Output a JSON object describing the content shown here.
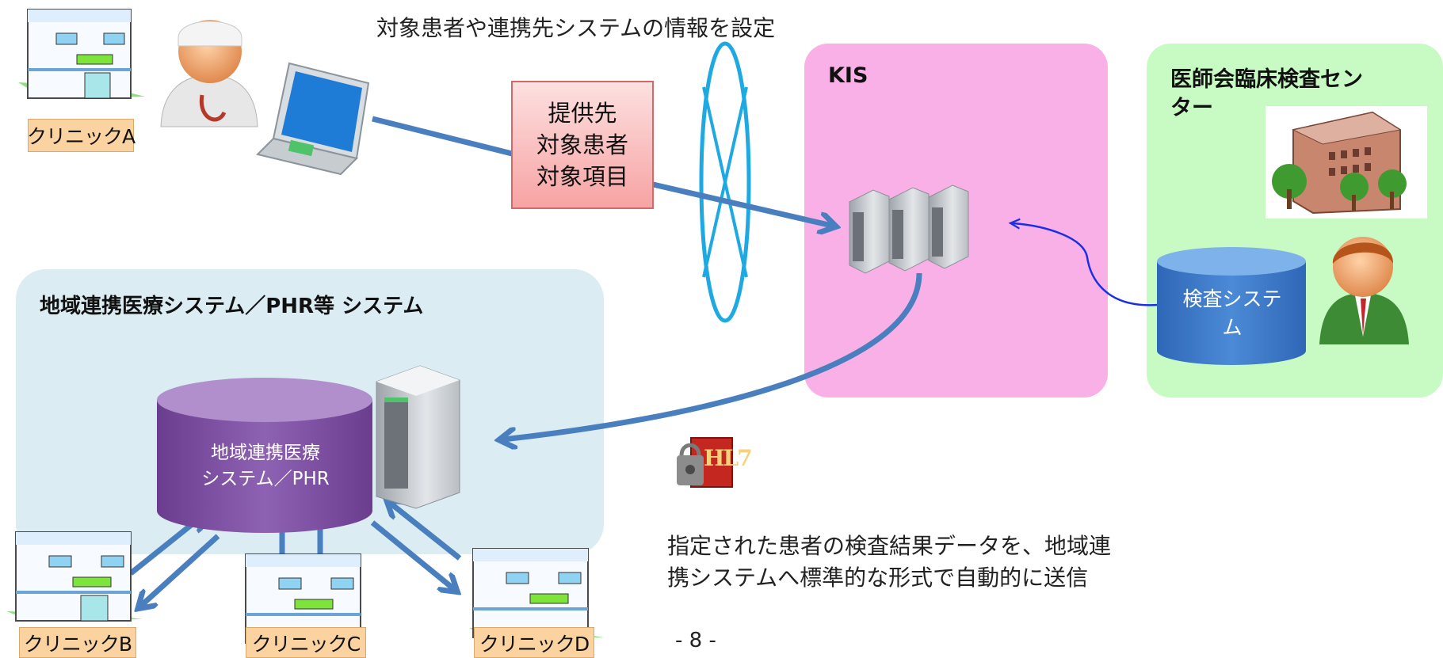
{
  "top_caption": "対象患者や連携先システムの情報を設定",
  "kis": {
    "title": "KIS"
  },
  "center": {
    "title_line1": "医師会臨床検査セン",
    "title_line2": "ター",
    "db_label_line1": "検査システ",
    "db_label_line2": "ム"
  },
  "regional": {
    "title": "地域連携医療システム／PHR等 システム",
    "db_label_line1": "地域連携医療",
    "db_label_line2": "システム／PHR"
  },
  "provide_box": {
    "line1": "提供先",
    "line2": "対象患者",
    "line3": "対象項目"
  },
  "clinics": {
    "a": "クリニックA",
    "b": "クリニックB",
    "c": "クリニックC",
    "d": "クリニックD"
  },
  "description": {
    "line1": "指定された患者の検査結果データを、地域連",
    "line2": "携システムへ標準的な形式で自動的に送信"
  },
  "hl7_logo_text": "HL7",
  "page_number": "- 8 -",
  "colors": {
    "kis_panel": "#f9b0e6",
    "center_panel": "#c8fbc3",
    "regional_panel": "#dbedf3",
    "arrow": "#4a7fbf",
    "vpn": "#1fa9e3"
  }
}
